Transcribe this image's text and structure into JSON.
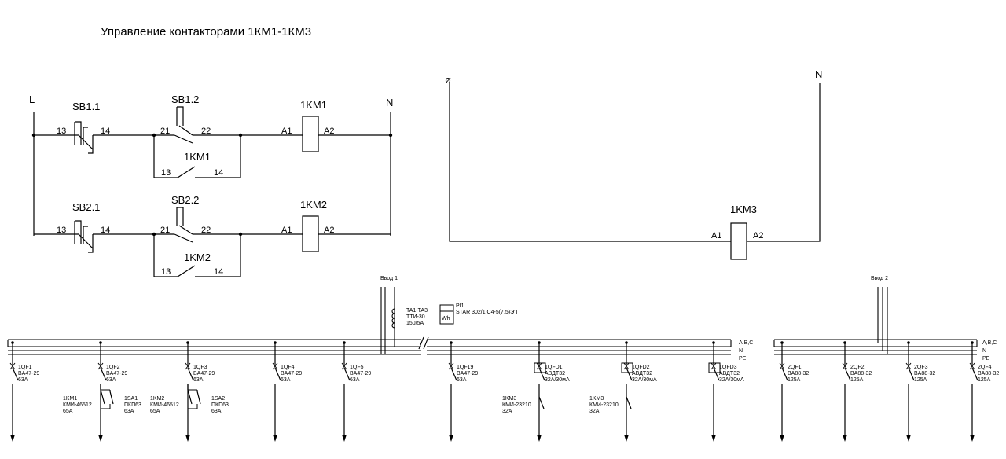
{
  "title": "Управление контакторами 1КМ1-1КМ3",
  "circuit1": {
    "L": "L",
    "N": "N",
    "sb11": "SB1.1",
    "sb12": "SB1.2",
    "sb21": "SB2.1",
    "sb22": "SB2.2",
    "km1": "1KM1",
    "km2": "1KM2",
    "km1_contact": "1KM1",
    "km2_contact": "1KM2",
    "t13": "13",
    "t14": "14",
    "t21": "21",
    "t22": "22",
    "a1": "A1",
    "a2": "A2"
  },
  "circuit2": {
    "phase": "ø",
    "N": "N",
    "km3": "1KM3",
    "a1": "A1",
    "a2": "A2"
  },
  "bus": {
    "input1": "Ввод 1",
    "input2": "Ввод 2",
    "abc": "A,B,C",
    "n": "N",
    "pe": "PE",
    "ct": [
      "TA1-TA3",
      "ТТИ-30",
      "150/5A"
    ],
    "meter": [
      "PI1",
      "STAR 302/1 C4-5(7,5)Э'Т"
    ],
    "meter_symbol": "Wh"
  },
  "feeders": [
    {
      "name": "1QF1",
      "type": "BA47-29",
      "rating": "63A"
    },
    {
      "name": "1QF2",
      "type": "BA47-29",
      "rating": "63A"
    },
    {
      "name": "1QF3",
      "type": "BA47-29",
      "rating": "63A"
    },
    {
      "name": "1QF4",
      "type": "BA47-29",
      "rating": "63A"
    },
    {
      "name": "1QF5",
      "type": "BA47-29",
      "rating": "63A"
    },
    {
      "name": "1QF19",
      "type": "BA47-29",
      "rating": "63A"
    },
    {
      "name": "1QFD1",
      "type": "АВДТ32",
      "rating": "32A/30мА"
    },
    {
      "name": "1QFD2",
      "type": "АВДТ32",
      "rating": "32A/30мА"
    },
    {
      "name": "1QFD3",
      "type": "АВДТ32",
      "rating": "32A/30мА"
    },
    {
      "name": "2QF1",
      "type": "BA88-32",
      "rating": "125A"
    },
    {
      "name": "2QF2",
      "type": "BA88-32",
      "rating": "125A"
    },
    {
      "name": "2QF3",
      "type": "BA88-32",
      "rating": "125A"
    },
    {
      "name": "2QF4",
      "type": "BA88-32",
      "rating": "125A"
    }
  ],
  "contactors": [
    {
      "name": "1KM1",
      "type": "КМИ-46512",
      "rating": "65A"
    },
    {
      "name": "1KM2",
      "type": "КМИ-46512",
      "rating": "65A"
    },
    {
      "name": "1KM3",
      "type": "КМИ-23210",
      "rating": "32A"
    },
    {
      "name": "1KM3",
      "type": "КМИ-23210",
      "rating": "32A"
    }
  ],
  "switches": [
    {
      "name": "1SA1",
      "type": "ПКП63",
      "rating": "63A"
    },
    {
      "name": "1SA2",
      "type": "ПКП63",
      "rating": "63A"
    }
  ]
}
